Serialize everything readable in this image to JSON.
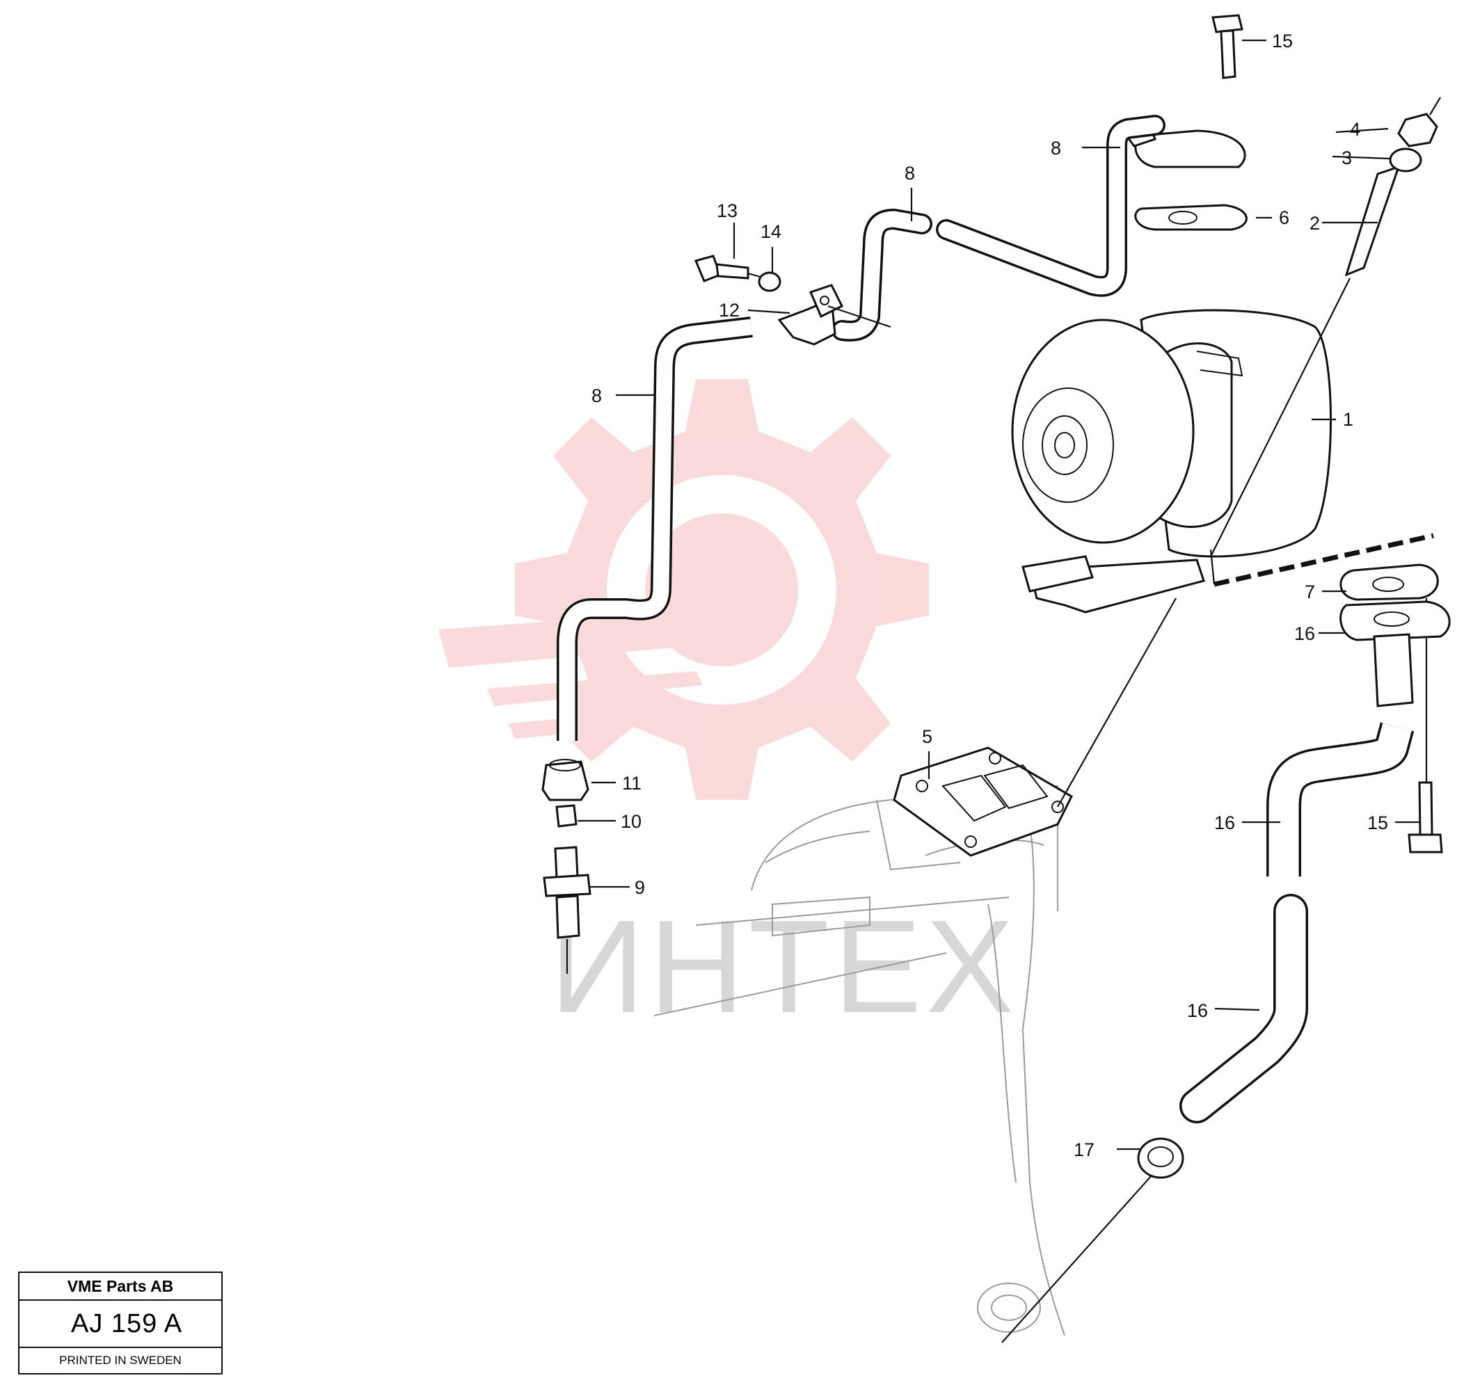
{
  "callouts": {
    "c1": "1",
    "c2": "2",
    "c3": "3",
    "c4": "4",
    "c5": "5",
    "c6": "6",
    "c7": "7",
    "c8a": "8",
    "c8b": "8",
    "c8c": "8",
    "c9": "9",
    "c10": "10",
    "c11": "11",
    "c12": "12",
    "c13": "13",
    "c14": "14",
    "c15a": "15",
    "c15b": "15",
    "c16a": "16",
    "c16b": "16",
    "c16c": "16",
    "c17": "17"
  },
  "watermark": {
    "text": "ИНТЕХ",
    "color": "#f5c2c2"
  },
  "title_block": {
    "company": "VME Parts AB",
    "drawing_number": "AJ 159 A",
    "printed": "PRINTED IN SWEDEN"
  }
}
